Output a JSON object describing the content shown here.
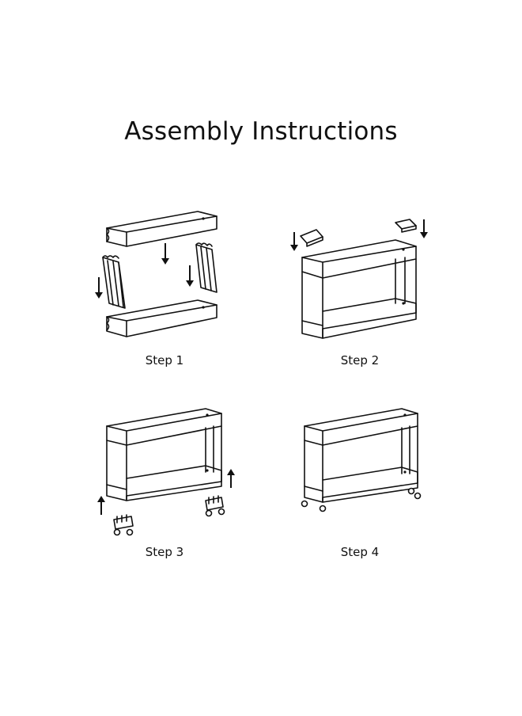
{
  "title": "Assembly Instructions",
  "steps": [
    {
      "label": "Step 1"
    },
    {
      "label": "Step 2"
    },
    {
      "label": "Step 3"
    },
    {
      "label": "Step 4"
    }
  ]
}
